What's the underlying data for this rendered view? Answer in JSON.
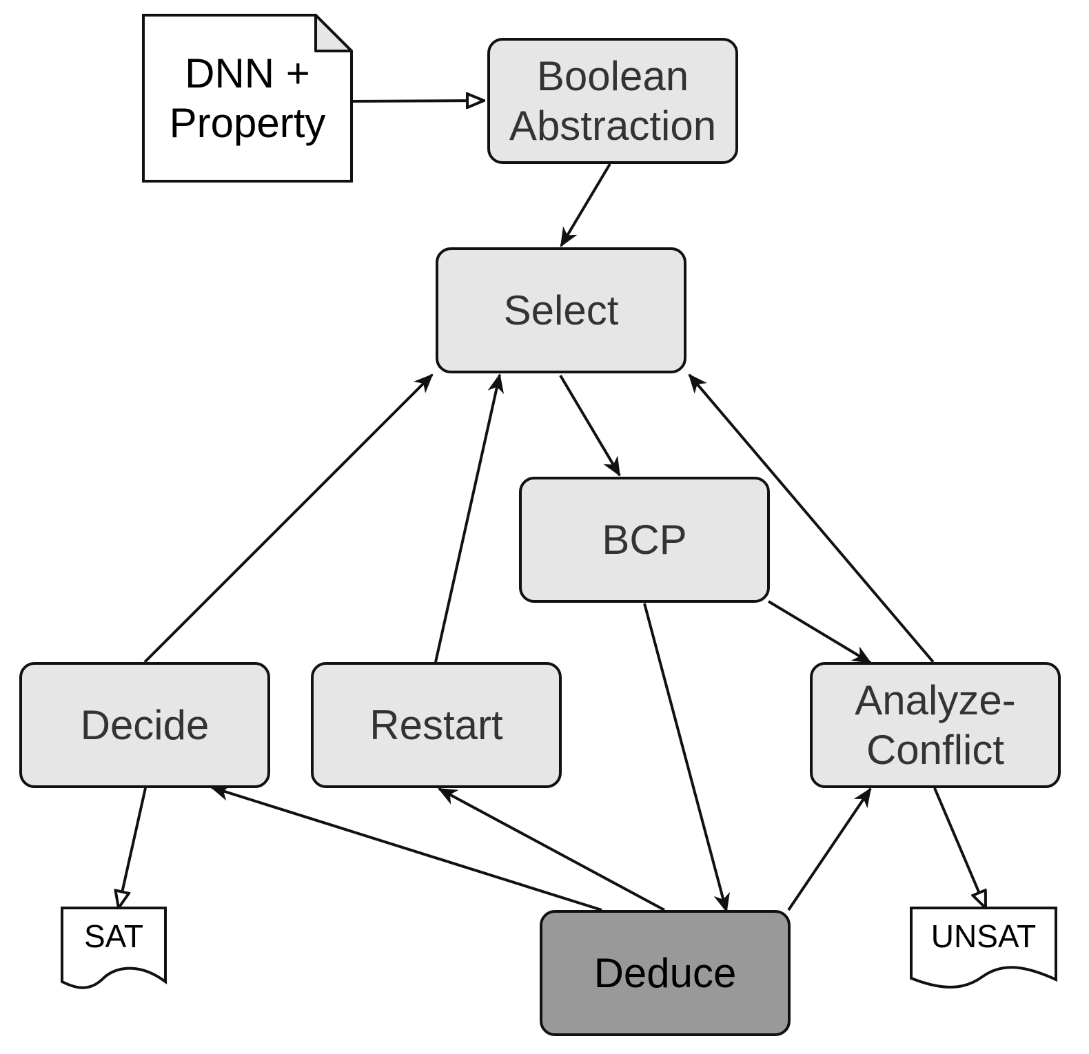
{
  "diagram": {
    "input_document": "DNN +\nProperty",
    "nodes": {
      "boolean_abstraction": "Boolean\nAbstraction",
      "select": "Select",
      "bcp": "BCP",
      "decide": "Decide",
      "restart": "Restart",
      "analyze_conflict": "Analyze-\nConflict",
      "deduce": "Deduce"
    },
    "terminals": {
      "sat": "SAT",
      "unsat": "UNSAT"
    },
    "edges": [
      {
        "from": "input_document",
        "to": "boolean_abstraction",
        "arrowhead": "open"
      },
      {
        "from": "boolean_abstraction",
        "to": "select",
        "arrowhead": "filled"
      },
      {
        "from": "select",
        "to": "bcp",
        "arrowhead": "filled"
      },
      {
        "from": "bcp",
        "to": "analyze_conflict",
        "arrowhead": "filled"
      },
      {
        "from": "bcp",
        "to": "deduce",
        "arrowhead": "filled"
      },
      {
        "from": "decide",
        "to": "select",
        "arrowhead": "filled"
      },
      {
        "from": "restart",
        "to": "select",
        "arrowhead": "filled"
      },
      {
        "from": "analyze_conflict",
        "to": "select",
        "arrowhead": "filled"
      },
      {
        "from": "deduce",
        "to": "decide",
        "arrowhead": "filled"
      },
      {
        "from": "deduce",
        "to": "restart",
        "arrowhead": "filled"
      },
      {
        "from": "deduce",
        "to": "analyze_conflict",
        "arrowhead": "filled"
      },
      {
        "from": "decide",
        "to": "sat",
        "arrowhead": "open"
      },
      {
        "from": "analyze_conflict",
        "to": "unsat",
        "arrowhead": "open"
      }
    ]
  },
  "colors": {
    "node_fill": "#e6e6e6",
    "deduce_fill": "#999999",
    "stroke": "#111111",
    "node_text": "#333333",
    "document_fill": "#ffffff",
    "document_fold": "#e6e6e6"
  }
}
